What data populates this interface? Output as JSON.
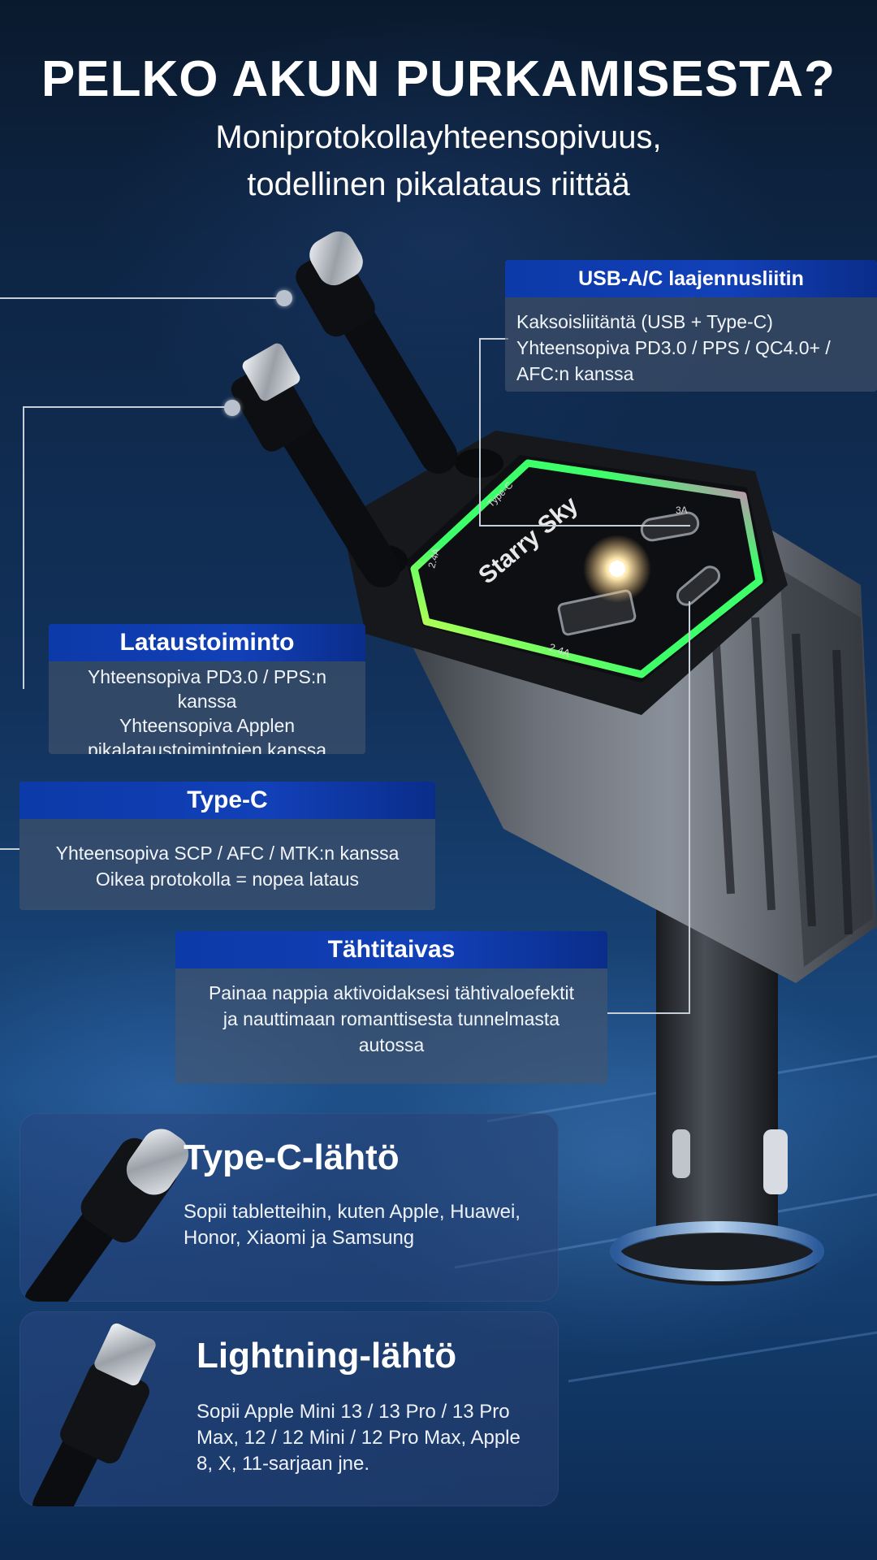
{
  "header": {
    "title": "PELKO AKUN PURKAMISESTA?",
    "subtitle_line1": "Moniprotokollayhteensopivuus,",
    "subtitle_line2": "todellinen pikalataus riittää"
  },
  "product": {
    "brand_text": "Starry Sky",
    "port_labels": {
      "type_c": "Type-C",
      "usb_a_rating": "2.4A",
      "c_rating": "3A",
      "side_rating": "2.4A"
    }
  },
  "callouts": {
    "usb_ac": {
      "title": "USB-A/C laajennusliitin",
      "line1": "Kaksoisliitäntä (USB + Type-C)",
      "line2": "Yhteensopiva PD3.0 / PPS / QC4.0+ /",
      "line3": "AFC:n kanssa"
    },
    "charging": {
      "title": "Lataustoiminto",
      "line1": "Yhteensopiva PD3.0 / PPS:n kanssa",
      "line2": "Yhteensopiva Applen",
      "line3": "pikalataustoimintojen kanssa"
    },
    "type_c": {
      "title": "Type-C",
      "line1": "Yhteensopiva SCP / AFC / MTK:n kanssa",
      "line2": "Oikea protokolla = nopea lataus"
    },
    "starry": {
      "title": "Tähtitaivas",
      "line1": "Painaa nappia aktivoidaksesi tähtivaloefektit",
      "line2": "ja nauttimaan romanttisesta tunnelmasta",
      "line3": "autossa"
    }
  },
  "features": [
    {
      "icon": "type-c-plug-icon",
      "title": "Type-C-lähtö",
      "line1": "Sopii tabletteihin, kuten Apple, Huawei,",
      "line2": "Honor, Xiaomi ja Samsung"
    },
    {
      "icon": "lightning-plug-icon",
      "title": "Lightning-lähtö",
      "line1": "Sopii Apple Mini 13 / 13 Pro / 13 Pro",
      "line2": "Max, 12 / 12 Mini / 12 Pro Max, Apple",
      "line3": "8, X, 11-sarjaan jne."
    }
  ],
  "colors": {
    "header_blue": "#1240b8",
    "led_green": "#3cff6a",
    "led_pink": "#ff5fd0",
    "led_yellow": "#f6ff4a",
    "body_grey": "#5c6068"
  }
}
